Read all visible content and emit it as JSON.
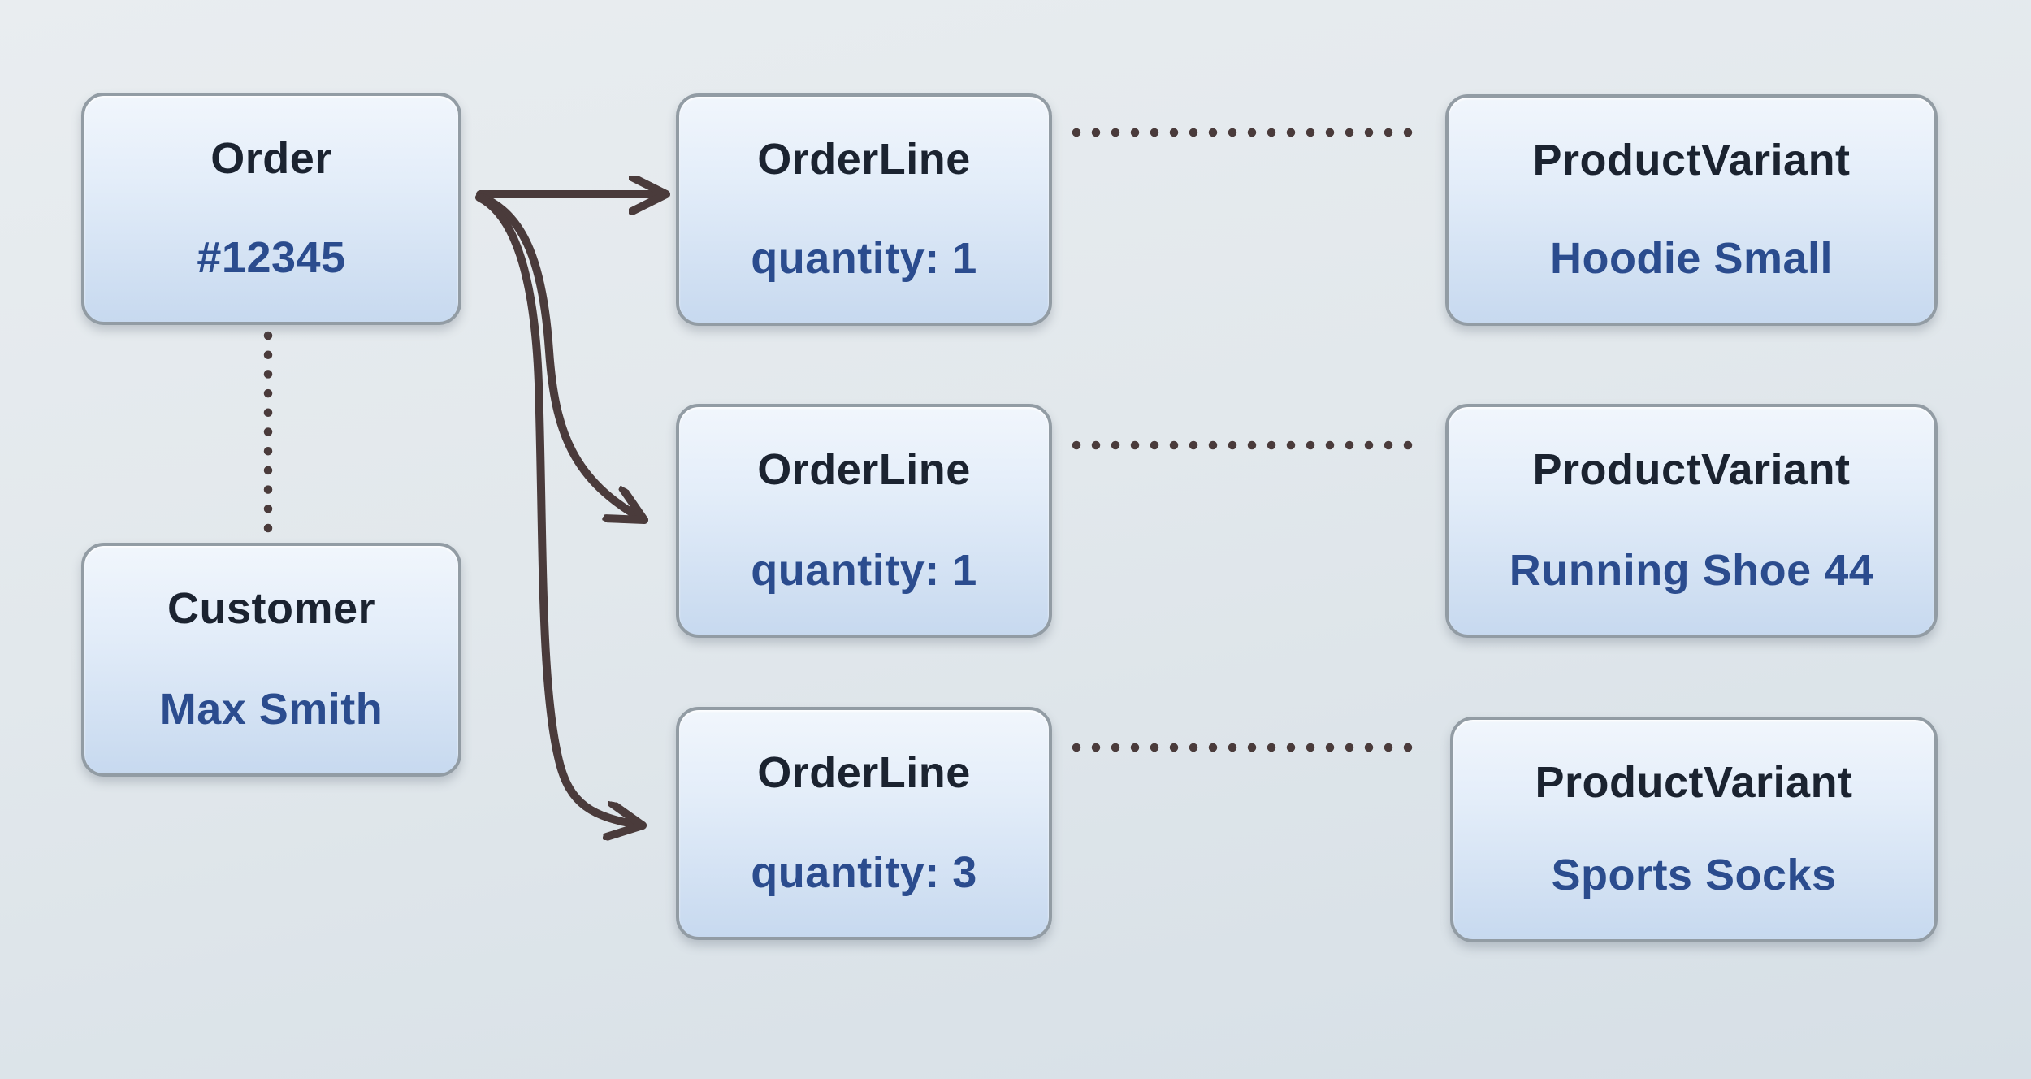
{
  "diagram": {
    "nodes": {
      "order": {
        "title": "Order",
        "value": "#12345"
      },
      "customer": {
        "title": "Customer",
        "value": "Max Smith"
      },
      "orderline1": {
        "title": "OrderLine",
        "value": "quantity: 1"
      },
      "orderline2": {
        "title": "OrderLine",
        "value": "quantity: 1"
      },
      "orderline3": {
        "title": "OrderLine",
        "value": "quantity: 3"
      },
      "productvariant1": {
        "title": "ProductVariant",
        "value": "Hoodie Small"
      },
      "productvariant2": {
        "title": "ProductVariant",
        "value": "Running Shoe 44"
      },
      "productvariant3": {
        "title": "ProductVariant",
        "value": "Sports Socks"
      }
    },
    "edges": [
      {
        "from": "order",
        "to": "customer",
        "style": "dotted"
      },
      {
        "from": "order",
        "to": "orderline1",
        "style": "solid-arrow"
      },
      {
        "from": "order",
        "to": "orderline2",
        "style": "solid-arrow"
      },
      {
        "from": "order",
        "to": "orderline3",
        "style": "solid-arrow"
      },
      {
        "from": "orderline1",
        "to": "productvariant1",
        "style": "dotted"
      },
      {
        "from": "orderline2",
        "to": "productvariant2",
        "style": "dotted"
      },
      {
        "from": "orderline3",
        "to": "productvariant3",
        "style": "dotted"
      }
    ],
    "colors": {
      "background_top": "#e7ecef",
      "background_bottom": "#d7dfe6",
      "node_border": "#929ca4",
      "node_fill_top": "#f1f6fc",
      "node_fill_bottom": "#c7d9ef",
      "title_text": "#1b2330",
      "value_text": "#2b4c8e",
      "connector": "#4a3b3b"
    }
  }
}
